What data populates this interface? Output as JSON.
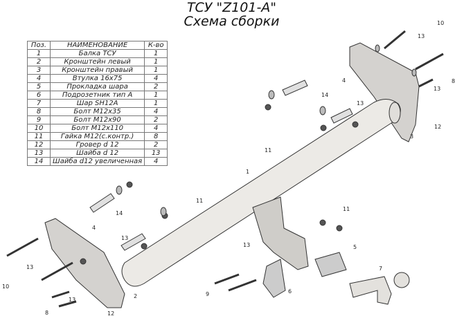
{
  "title": "ТСУ \"Z101-A\"",
  "subtitle": "Схема сборки",
  "table": {
    "headers": [
      "Поз.",
      "НАИМЕНОВАНИЕ",
      "К-во"
    ],
    "rows": [
      [
        "1",
        "Балка ТСУ",
        "1"
      ],
      [
        "2",
        "Кронштейн левый",
        "1"
      ],
      [
        "3",
        "Кронштейн правый",
        "1"
      ],
      [
        "4",
        "Втулка 16х75",
        "4"
      ],
      [
        "5",
        "Прокладка шара",
        "2"
      ],
      [
        "6",
        "Подрозетник тип А",
        "1"
      ],
      [
        "7",
        "Шар SH12A",
        "1"
      ],
      [
        "8",
        "Болт М12х35",
        "4"
      ],
      [
        "9",
        "Болт М12х90",
        "2"
      ],
      [
        "10",
        "Болт М12х110",
        "4"
      ],
      [
        "11",
        "Гайка М12(с.контр.)",
        "8"
      ],
      [
        "12",
        "Гровер d 12",
        "2"
      ],
      [
        "13",
        "Шайба d 12",
        "13"
      ],
      [
        "14",
        "Шайба d12 увеличенная",
        "4"
      ]
    ]
  },
  "callouts": [
    "10",
    "13",
    "8",
    "13",
    "12",
    "3",
    "4",
    "14",
    "13",
    "11",
    "1",
    "11",
    "14",
    "4",
    "13",
    "11",
    "13",
    "5",
    "7",
    "6",
    "9",
    "2",
    "10",
    "13",
    "13",
    "8",
    "12"
  ]
}
